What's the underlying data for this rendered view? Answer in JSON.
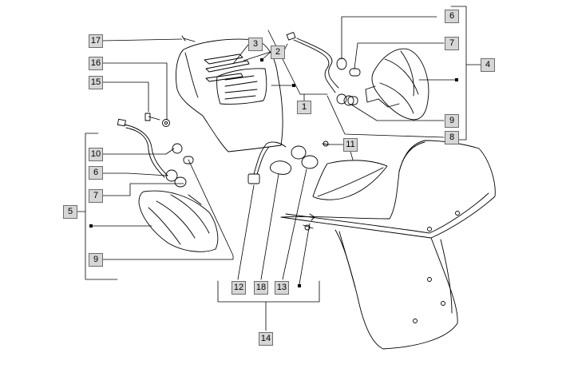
{
  "diagram": {
    "callouts": [
      {
        "id": "c1",
        "number": "1"
      },
      {
        "id": "c2",
        "number": "2"
      },
      {
        "id": "c3",
        "number": "3"
      },
      {
        "id": "c4",
        "number": "4"
      },
      {
        "id": "c5",
        "number": "5"
      },
      {
        "id": "c6a",
        "number": "6"
      },
      {
        "id": "c6b",
        "number": "6"
      },
      {
        "id": "c7a",
        "number": "7"
      },
      {
        "id": "c7b",
        "number": "7"
      },
      {
        "id": "c8",
        "number": "8"
      },
      {
        "id": "c9a",
        "number": "9"
      },
      {
        "id": "c9b",
        "number": "9"
      },
      {
        "id": "c10",
        "number": "10"
      },
      {
        "id": "c11",
        "number": "11"
      },
      {
        "id": "c12",
        "number": "12"
      },
      {
        "id": "c13",
        "number": "13"
      },
      {
        "id": "c14",
        "number": "14"
      },
      {
        "id": "c15",
        "number": "15"
      },
      {
        "id": "c16",
        "number": "16"
      },
      {
        "id": "c17",
        "number": "17"
      },
      {
        "id": "c18",
        "number": "18"
      }
    ],
    "colors": {
      "line": "#000000",
      "callout_fill": "#d6d6d6",
      "callout_border": "#6d6d6d"
    }
  }
}
